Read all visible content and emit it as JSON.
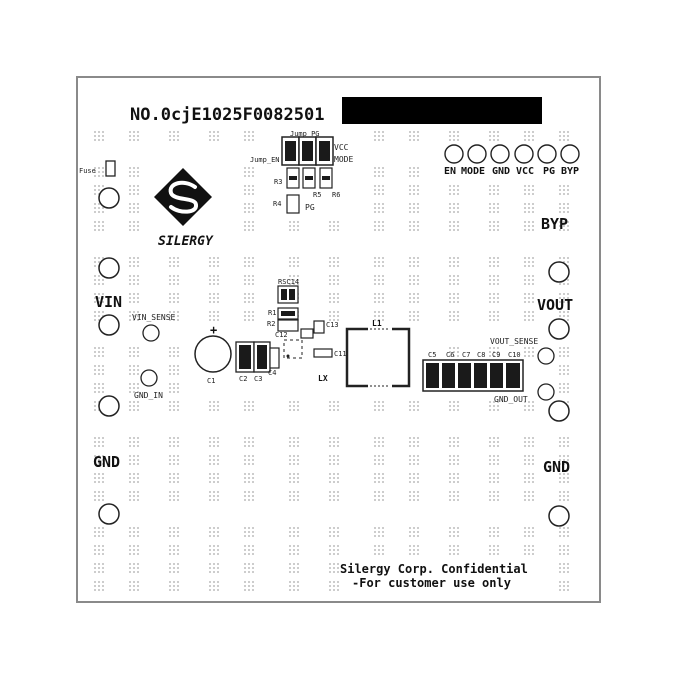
{
  "board": {
    "serial": "NO.0cjE1025F0082501",
    "confidential_line1": "Silergy Corp. Confidential",
    "confidential_line2": "-For customer use only",
    "logo_text": "SILERGY"
  },
  "left_labels": {
    "fuse": "Fuse",
    "vin": "VIN",
    "vin_sense": "VIN_SENSE",
    "gnd_in": "GND_IN",
    "gnd": "GND"
  },
  "right_labels": {
    "byp": "BYP",
    "vout": "VOUT",
    "vout_sense": "VOUT_SENSE",
    "gnd_out": "GND_OUT",
    "gnd": "GND"
  },
  "header_pins": [
    "EN",
    "MODE",
    "GND",
    "VCC",
    "PG",
    "BYP"
  ],
  "jumper_labels": {
    "jump_pg": "Jump_PG",
    "jump_en": "Jump_EN",
    "vcc": "VCC",
    "mode": "MODE",
    "pg": "PG"
  },
  "components": {
    "r3": "R3",
    "r4": "R4",
    "r5": "R5",
    "r6": "R6",
    "rsc14": "RSC14",
    "r1": "R1",
    "r2": "R2",
    "c1": "C1",
    "c2": "C2",
    "c3": "C3",
    "c4": "C4",
    "c11": "C11",
    "c12": "C12",
    "c13": "C13",
    "l1": "L1",
    "lx": "LX",
    "c5": "C5",
    "c6": "C6",
    "c7": "C7",
    "c8": "C8",
    "c9": "C9",
    "c10": "C10",
    "plus": "+"
  }
}
